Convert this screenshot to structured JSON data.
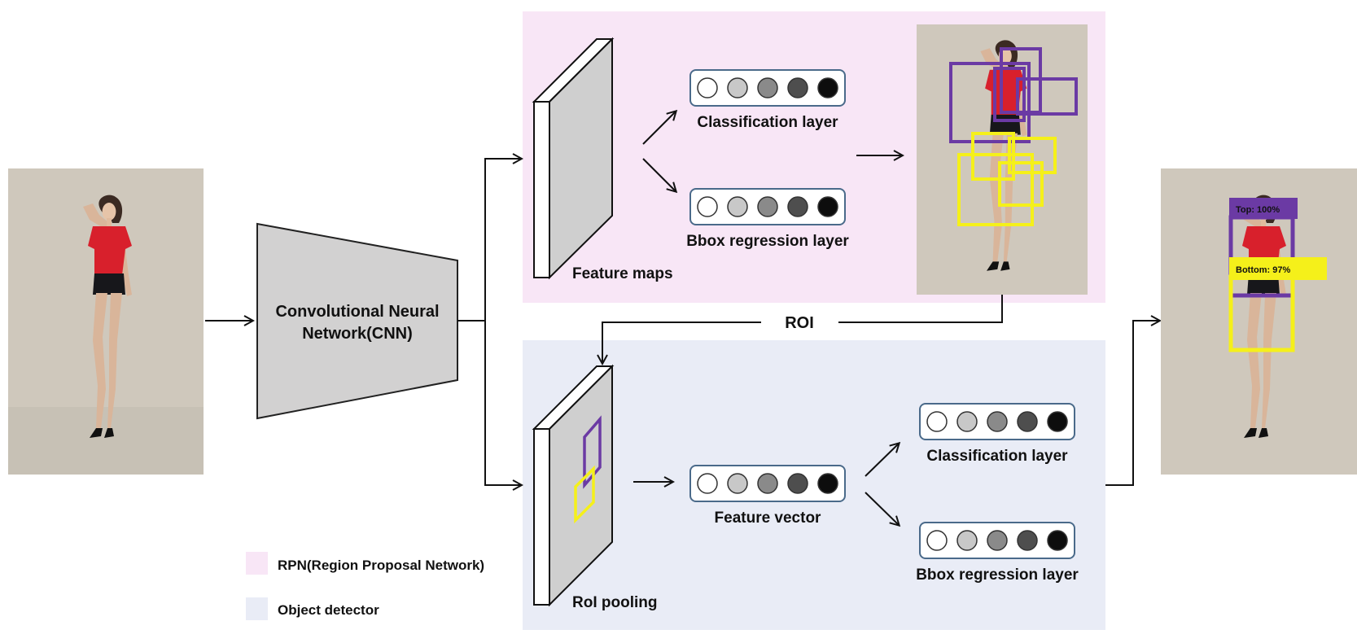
{
  "colors": {
    "rpn_bg": "#f8e6f6",
    "detector_bg": "#e9ecf6",
    "purple_box": "#6b3aa4",
    "yellow_box": "#f5f01a",
    "shirt": "#d8202c",
    "backdrop": "#cfc8bc",
    "cnn_fill": "#d2d1d1",
    "node_fills": [
      "#ffffff",
      "#c8c8c8",
      "#8a8a8a",
      "#4e4e4e",
      "#0d0d0d"
    ]
  },
  "cnn": {
    "label_line1": "Convolutional Neural",
    "label_line2": "Network(CNN)"
  },
  "rpn": {
    "feature_maps_label": "Feature maps",
    "classification_label": "Classification layer",
    "bbox_label": "Bbox regression layer"
  },
  "roi": {
    "label": "ROI"
  },
  "detector": {
    "roi_pooling_label": "RoI pooling",
    "feature_vector_label": "Feature vector",
    "classification_label": "Classification layer",
    "bbox_label": "Bbox regression layer"
  },
  "output": {
    "top_tag": "Top: 100%",
    "bottom_tag": "Bottom: 97%"
  },
  "legend": [
    {
      "label": "RPN(Region Proposal Network)",
      "color": "#f8e6f6"
    },
    {
      "label": "Object detector",
      "color": "#e9ecf6"
    }
  ],
  "icons": {
    "photo": "fashion-model-photo",
    "arrow": "arrow-right-icon",
    "node": "neuron-node-icon"
  }
}
